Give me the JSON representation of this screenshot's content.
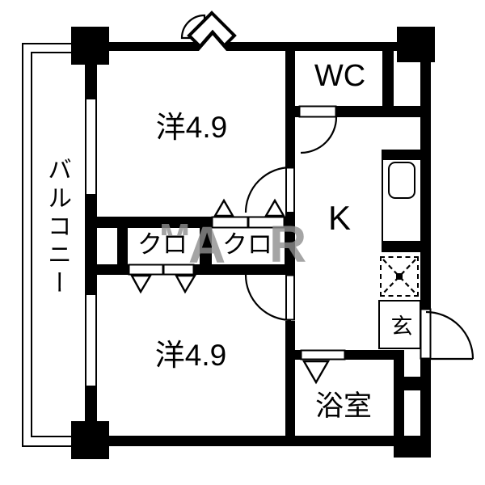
{
  "plan": {
    "title": "apartment-floor-plan",
    "colors": {
      "wall": "#000000",
      "background": "#ffffff",
      "watermark": "#8f8f8f"
    },
    "rooms": {
      "room_top": {
        "label": "洋4.9"
      },
      "room_bottom": {
        "label": "洋4.9"
      },
      "wc": {
        "label": "WC"
      },
      "kitchen": {
        "label": "K"
      },
      "closet_left": {
        "label": "クロ"
      },
      "closet_right": {
        "label": "クロ"
      },
      "entrance": {
        "label": "玄"
      },
      "bathroom": {
        "label": "浴室"
      },
      "balcony": {
        "label": "バルコニー"
      }
    },
    "watermark": {
      "fragment_1": "M",
      "fragment_2": "A",
      "fragment_3": "R"
    },
    "symbols": [
      "window-vent-diamond",
      "door-swing-arc",
      "double-closet-doors",
      "refrigerator-space-dashed",
      "kitchen-sink",
      "entrance-door",
      "bath-door-triangle"
    ]
  }
}
